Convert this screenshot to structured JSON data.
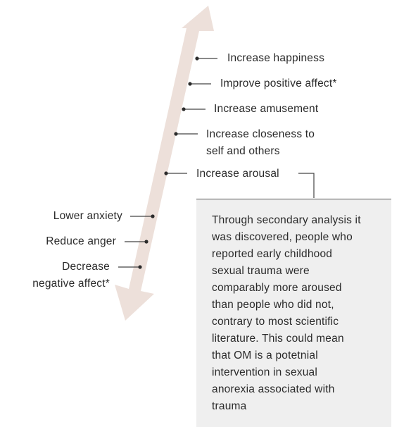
{
  "colors": {
    "arrow_fill": "#ede0da",
    "leader_line": "#444444",
    "dot": "#2b2b2b",
    "note_background": "#efefef",
    "text": "#2a2a2a"
  },
  "right_labels": [
    {
      "lines": [
        "Increase happiness"
      ]
    },
    {
      "lines": [
        "Improve positive affect*"
      ]
    },
    {
      "lines": [
        "Increase amusement"
      ]
    },
    {
      "lines": [
        "Increase closeness to",
        "self and others"
      ]
    },
    {
      "lines": [
        "Increase arousal"
      ]
    }
  ],
  "left_labels": [
    {
      "lines": [
        "Lower anxiety"
      ]
    },
    {
      "lines": [
        "Reduce anger"
      ]
    },
    {
      "lines": [
        "Decrease",
        "negative affect*"
      ]
    }
  ],
  "note": {
    "lines": [
      "Through secondary analysis it",
      "was discovered, people who",
      "reported early childhood",
      "sexual trauma were",
      "comparably more aroused",
      "than people who did not,",
      "contrary to most scientific",
      "literature. This could mean",
      "that OM is a potetnial",
      "intervention in sexual",
      "anorexia associated with",
      "trauma"
    ]
  }
}
